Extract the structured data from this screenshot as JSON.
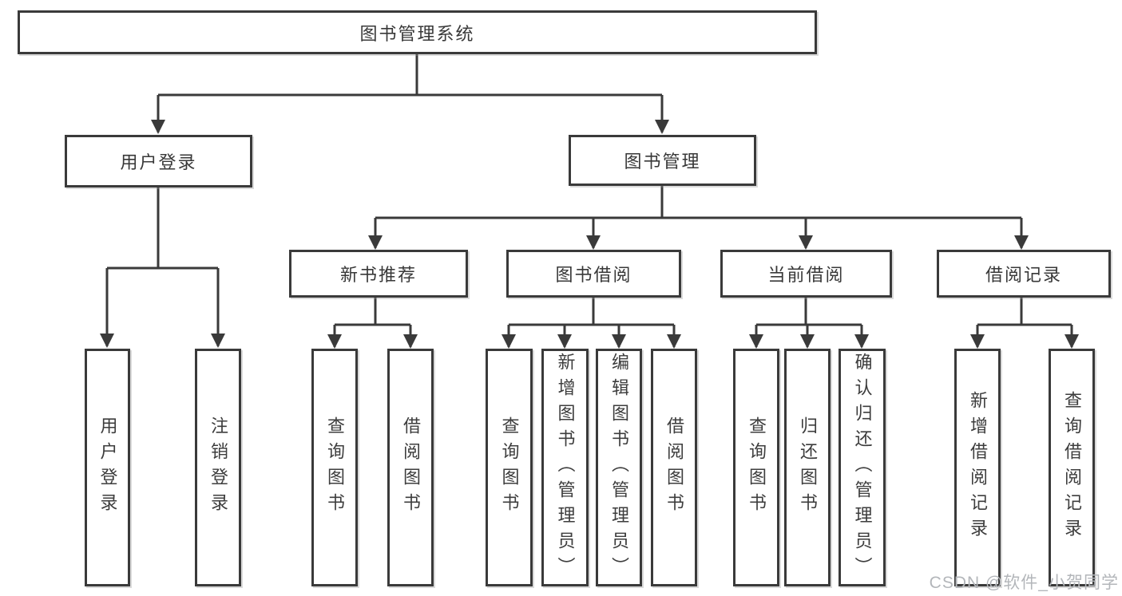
{
  "diagram": {
    "root": {
      "label": "图书管理系统"
    },
    "branches": [
      {
        "id": "user-login",
        "label": "用户登录",
        "children": [
          {
            "label": "用户登录"
          },
          {
            "label": "注销登录"
          }
        ]
      },
      {
        "id": "book-management",
        "label": "图书管理",
        "children": [
          {
            "id": "new-book-recommend",
            "label": "新书推荐",
            "children": [
              {
                "label": "查询图书"
              },
              {
                "label": "借阅图书"
              }
            ]
          },
          {
            "id": "book-borrowing",
            "label": "图书借阅",
            "children": [
              {
                "label": "查询图书"
              },
              {
                "label": "新增图书（管理员）"
              },
              {
                "label": "编辑图书（管理员）"
              },
              {
                "label": "借阅图书"
              }
            ]
          },
          {
            "id": "current-borrowing",
            "label": "当前借阅",
            "children": [
              {
                "label": "查询图书"
              },
              {
                "label": "归还图书"
              },
              {
                "label": "确认归还（管理员）"
              }
            ]
          },
          {
            "id": "borrowing-records",
            "label": "借阅记录",
            "children": [
              {
                "label": "新增借阅记录"
              },
              {
                "label": "查询借阅记录"
              }
            ]
          }
        ]
      }
    ]
  },
  "watermark": {
    "text": "CSDN @软件_小贺同学"
  },
  "colors": {
    "line": "#3a3a3a",
    "box_border": "#3a3a3a",
    "text": "#3d3d3d",
    "watermark": "#b3b6ba",
    "background": "#ffffff"
  }
}
